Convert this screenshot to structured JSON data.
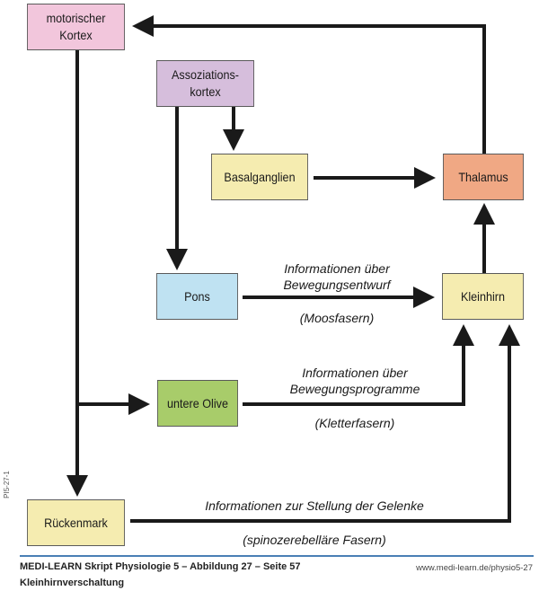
{
  "nodes": {
    "motor_cortex": {
      "lines": [
        "motorischer",
        "Kortex"
      ],
      "color": "#f2c6dc"
    },
    "assoc_cortex": {
      "lines": [
        "Assoziations-",
        "kortex"
      ],
      "color": "#d6bedc"
    },
    "basal_ganglia": {
      "lines": [
        "Basalganglien"
      ],
      "color": "#f5ecb0"
    },
    "thalamus": {
      "lines": [
        "Thalamus"
      ],
      "color": "#f0a884"
    },
    "pons": {
      "lines": [
        "Pons"
      ],
      "color": "#bfe2f2"
    },
    "cerebellum": {
      "lines": [
        "Kleinhirn"
      ],
      "color": "#f5ecb0"
    },
    "inferior_olive": {
      "lines": [
        "untere Olive"
      ],
      "color": "#a8cc6a"
    },
    "spinal_cord": {
      "lines": [
        "Rückenmark"
      ],
      "color": "#f5ecb0"
    }
  },
  "edges": [
    {
      "from": "thalamus",
      "to": "motor_cortex"
    },
    {
      "from": "assoc_cortex",
      "to": "basal_ganglia"
    },
    {
      "from": "assoc_cortex",
      "to": "pons"
    },
    {
      "from": "basal_ganglia",
      "to": "thalamus"
    },
    {
      "from": "pons",
      "to": "cerebellum"
    },
    {
      "from": "cerebellum",
      "to": "thalamus"
    },
    {
      "from": "motor_cortex",
      "to": "inferior_olive"
    },
    {
      "from": "motor_cortex",
      "to": "spinal_cord"
    },
    {
      "from": "inferior_olive",
      "to": "cerebellum"
    },
    {
      "from": "spinal_cord",
      "to": "cerebellum"
    }
  ],
  "edge_labels": {
    "pons_above": [
      "Informationen über",
      "Bewegungsentwurf"
    ],
    "pons_below": "(Moosfasern)",
    "olive_above": [
      "Informationen über",
      "Bewegungsprogramme"
    ],
    "olive_below": "(Kletterfasern)",
    "spinal_above": "Informationen zur Stellung der Gelenke",
    "spinal_below": "(spinozerebelläre Fasern)"
  },
  "side_code": "PI5-27-1",
  "footer": {
    "title": "MEDI-LEARN Skript Physiologie 5 – Abbildung 27 – Seite 57",
    "subtitle": "Kleinhirnverschaltung",
    "url": "www.medi-learn.de/physio5-27"
  }
}
